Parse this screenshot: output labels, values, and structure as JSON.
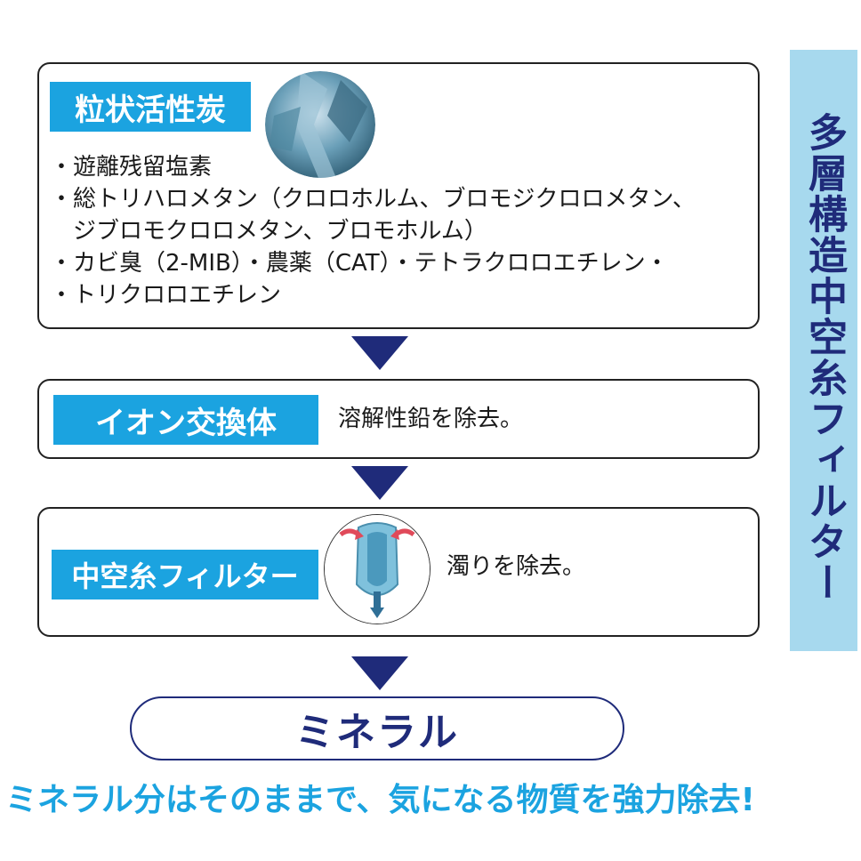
{
  "stage1": {
    "label": "粒状活性炭",
    "items": [
      "・遊離残留塩素",
      "・総トリハロメタン（クロロホルム、ブロモジクロロメタン、",
      "　ジブロモクロロメタン、ブロモホルム）",
      "・カビ臭（2-MIB）・農薬（CAT）・テトラクロロエチレン・",
      "・トリクロロエチレン"
    ]
  },
  "stage2": {
    "label": "イオン交換体",
    "description": "溶解性鉛を除去。"
  },
  "stage3": {
    "label": "中空糸フィルター",
    "description": "濁りを除去。"
  },
  "result": {
    "label": "ミネラル"
  },
  "side_label": "多層構造中空糸フィルター",
  "footer": "ミネラル分はそのままで、気になる物質を強力除去!",
  "colors": {
    "accent": "#1ba3e0",
    "navy": "#1f2b7a",
    "side_bg": "#a7d9ee"
  }
}
